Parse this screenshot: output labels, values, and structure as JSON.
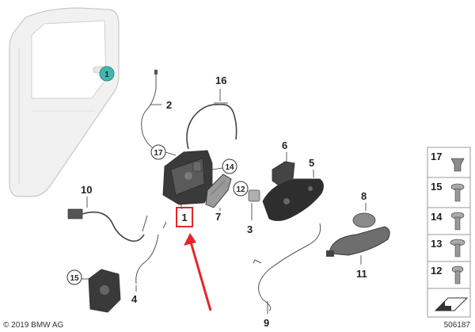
{
  "callouts": {
    "door_badge": "1",
    "c1": "1",
    "c2": "2",
    "c3": "3",
    "c4": "4",
    "c5": "5",
    "c6": "6",
    "c7": "7",
    "c8": "8",
    "c9": "9",
    "c10": "10",
    "c11": "11",
    "c12": "12",
    "c14": "14",
    "c15": "15",
    "c16": "16",
    "c17": "17"
  },
  "legend": {
    "items": [
      "17",
      "15",
      "14",
      "13",
      "12"
    ]
  },
  "footer": {
    "copyright": "© 2019 BMW AG",
    "diagram_number": "506187"
  },
  "colors": {
    "highlight_red": "#e3262b",
    "door_badge_teal": "#3fb8b0",
    "door_fill": "#f1f1f1",
    "part_gray": "#7a7a7a",
    "dark_part": "#3a3a3a"
  }
}
